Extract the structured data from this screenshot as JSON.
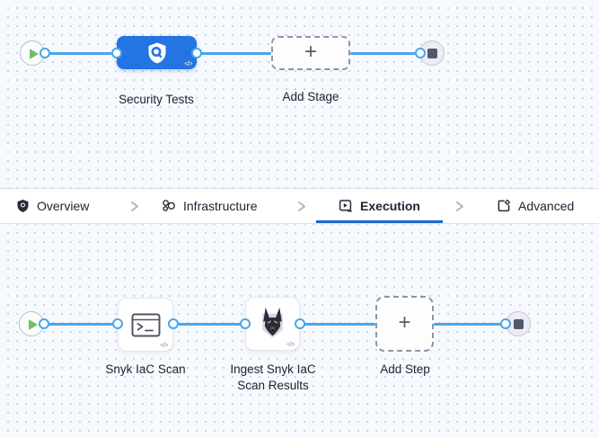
{
  "canvas": {
    "bg": "#f6f9fd",
    "dot": "#c9cfdb",
    "line": "#48a6e8",
    "node_blue": "#2474e3",
    "underline": "#1d66d2"
  },
  "stage_row": {
    "stage_name": "Security Tests",
    "add_stage": "Add Stage",
    "plus": "+",
    "code_badge": "</>"
  },
  "tab_bar": {
    "tabs": [
      {
        "label": "Overview",
        "icon": "shield-icon",
        "selected": false
      },
      {
        "label": "Infrastructure",
        "icon": "cluster-icon",
        "selected": false
      },
      {
        "label": "Execution",
        "icon": "play-square-icon",
        "selected": true
      },
      {
        "label": "Advanced",
        "icon": "gear-file-icon",
        "selected": false
      }
    ]
  },
  "step_row": {
    "step1_name": "Snyk IaC Scan",
    "step2_name": "Ingest Snyk IaC Scan Results",
    "add_step": "Add Step",
    "plus": "+",
    "code_badge": "</>"
  }
}
